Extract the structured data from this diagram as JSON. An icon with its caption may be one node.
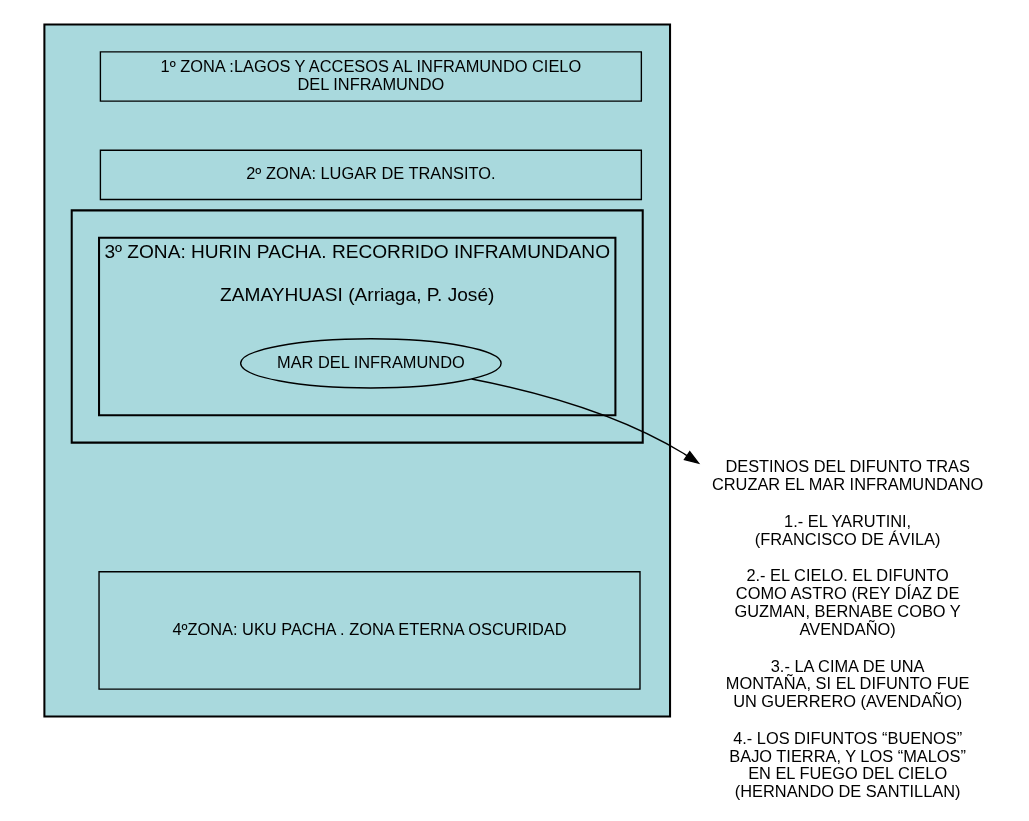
{
  "diagram": {
    "nodes": [
      {
        "text": [],
        "shape": "box"
      },
      {
        "text": [
          "1º ZONA :LAGOS Y ACCESOS AL INFRAMUNDO CIELO DEL INFRAMUNDO"
        ],
        "in": 0
      },
      {
        "text": [
          "2º ZONA: LUGAR DE TRANSITO."
        ],
        "in": 0
      },
      {
        "text": [],
        "shape": "box",
        "in": 0
      },
      {
        "text": [
          "3º ZONA: HURIN PACHA. RECORRIDO INFRAMUNDANO",
          "ZAMAYHUASI (Arriaga, P. José)"
        ],
        "in": 3
      },
      {
        "text": [
          "MAR DEL INFRAMUNDO"
        ],
        "in": 4
      },
      {
        "text": [
          "4ºZONA: UKU PACHA . ZONA ETERNA OSCURIDAD"
        ],
        "in": 0
      },
      {
        "text": [
          "DESTINOS DEL DIFUNTO TRAS CRUZAR EL MAR INFRAMUNDANO",
          "1.- EL YARUTINI, (FRANCISCO DE ÁVILA)",
          "2.- EL CIELO. EL DIFUNTO COMO ASTRO (REY DÍAZ DE GUZMAN, BERNABE COBO Y AVENDAÑO)",
          "3.- LA CIMA DE UNA MONTAÑA, SI EL DIFUNTO FUE UN GUERRERO (AVENDAÑO)",
          "4.- LOS DIFUNTOS “BUENOS” BAJO TIERRA, Y LOS “MALOS” EN EL FUEGO DEL CIELO (HERNANDO DE SANTILLAN)"
        ]
      }
    ],
    "edges": [
      {
        "from": 5,
        "to": 7,
        "arrow": "to"
      }
    ]
  }
}
